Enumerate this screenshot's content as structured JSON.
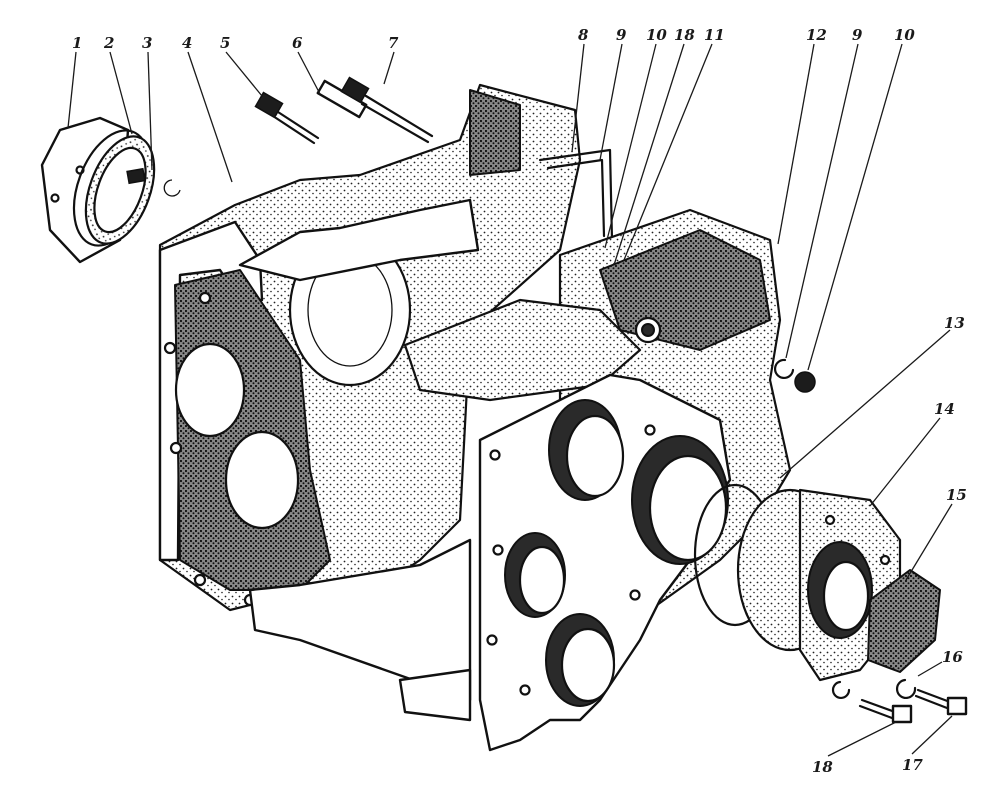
{
  "figure": {
    "callouts": [
      {
        "id": "c1",
        "text": "1"
      },
      {
        "id": "c2",
        "text": "2"
      },
      {
        "id": "c3",
        "text": "3"
      },
      {
        "id": "c4",
        "text": "4"
      },
      {
        "id": "c5",
        "text": "5"
      },
      {
        "id": "c6",
        "text": "6"
      },
      {
        "id": "c7",
        "text": "7"
      },
      {
        "id": "c8",
        "text": "8"
      },
      {
        "id": "c9",
        "text": "9"
      },
      {
        "id": "c10",
        "text": "10"
      },
      {
        "id": "c18",
        "text": "18"
      },
      {
        "id": "c11",
        "text": "11"
      },
      {
        "id": "c12",
        "text": "12"
      },
      {
        "id": "c9b",
        "text": "9"
      },
      {
        "id": "c10b",
        "text": "10"
      },
      {
        "id": "c13",
        "text": "13"
      },
      {
        "id": "c14",
        "text": "14"
      },
      {
        "id": "c15",
        "text": "15"
      },
      {
        "id": "c16",
        "text": "16"
      },
      {
        "id": "c18b",
        "text": "18"
      },
      {
        "id": "c17",
        "text": "17"
      }
    ],
    "colors": {
      "ink": "#111111",
      "paper": "#ffffff"
    }
  }
}
